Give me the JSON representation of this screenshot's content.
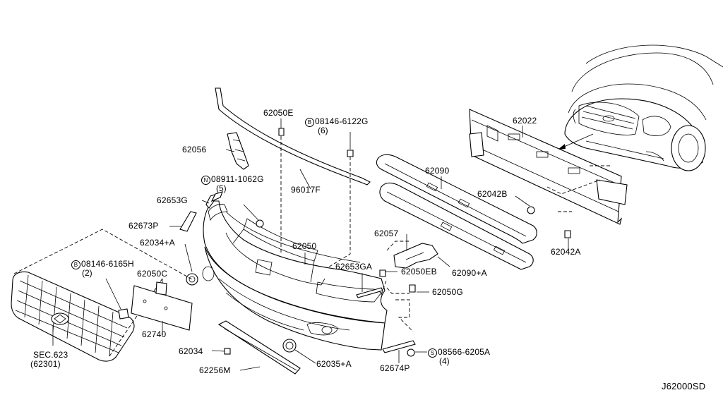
{
  "diagram_code": "J62000SD",
  "callouts": {
    "p62050E": "62050E",
    "p08146_6122G": "08146-6122G",
    "p08146_6122G_qty": "(6)",
    "p62022": "62022",
    "p62056": "62056",
    "p08911_1062G": "08911-1062G",
    "p08911_1062G_qty": "(5)",
    "p96017F": "96017F",
    "p62090": "62090",
    "p62653G": "62653G",
    "p62042B": "62042B",
    "p62673P": "62673P",
    "p62057": "62057",
    "p62034A": "62034+A",
    "p62050": "62050",
    "p62042A": "62042A",
    "p08146_6165H": "08146-6165H",
    "p08146_6165H_qty": "(2)",
    "p62653GA": "62653GA",
    "p62050EB": "62050EB",
    "p62090A": "62090+A",
    "p62050C": "62050C",
    "p62050G": "62050G",
    "p62740": "62740",
    "p62034": "62034",
    "p08566_6205A": "08566-6205A",
    "p08566_6205A_qty": "(4)",
    "sec623": "SEC.623",
    "sec623_ref": "(62301)",
    "p62256M": "62256M",
    "p62035A": "62035+A",
    "p62674P": "62674P"
  },
  "symbols": {
    "bolt": "B",
    "nut": "N",
    "screw": "S"
  },
  "icons": [
    "car-front-icon",
    "bumper-fascia-icon",
    "grille-icon",
    "reinforcement-icon",
    "energy-absorber-icon"
  ]
}
